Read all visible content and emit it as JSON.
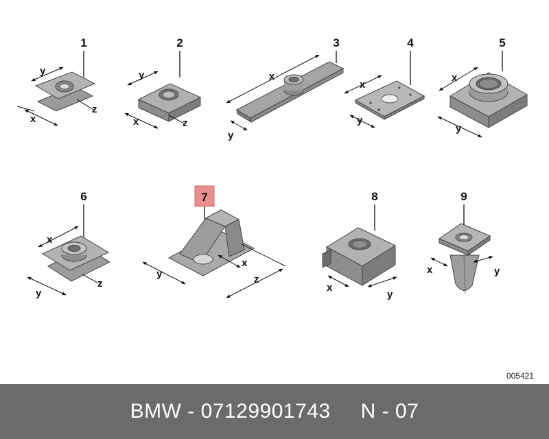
{
  "parts": [
    {
      "number": "1",
      "highlighted": false
    },
    {
      "number": "2",
      "highlighted": false
    },
    {
      "number": "3",
      "highlighted": false
    },
    {
      "number": "4",
      "highlighted": false
    },
    {
      "number": "5",
      "highlighted": false
    },
    {
      "number": "6",
      "highlighted": false
    },
    {
      "number": "7",
      "highlighted": true
    },
    {
      "number": "8",
      "highlighted": false
    },
    {
      "number": "9",
      "highlighted": false
    }
  ],
  "dimension_labels": {
    "x": "x",
    "y": "y",
    "z": "z"
  },
  "highlight_color": "#e98d8d",
  "reference_code": "005421",
  "footer": {
    "part_code": "BMW - 07129901743",
    "page": "N - 07"
  }
}
